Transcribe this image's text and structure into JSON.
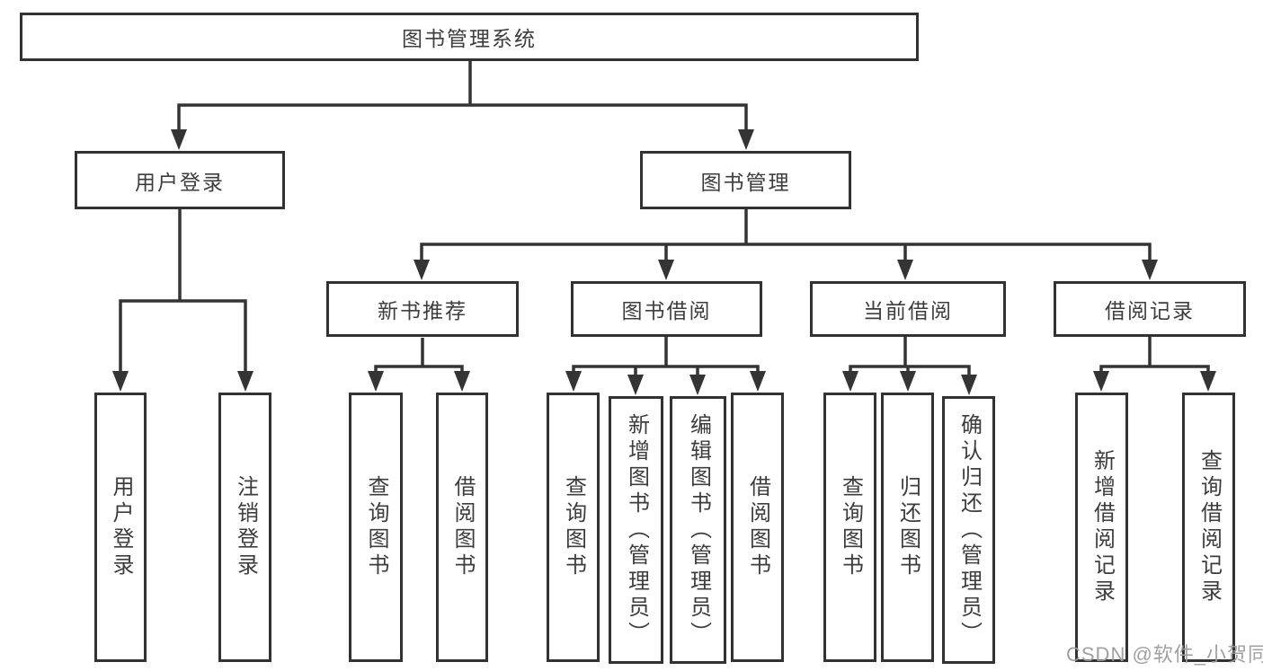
{
  "tree": {
    "label": "图书管理系统",
    "children": [
      {
        "label": "用户登录",
        "children": [
          {
            "label": "用户登录"
          },
          {
            "label": "注销登录"
          }
        ]
      },
      {
        "label": "图书管理",
        "children": [
          {
            "label": "新书推荐",
            "children": [
              {
                "label": "查询图书"
              },
              {
                "label": "借阅图书"
              }
            ]
          },
          {
            "label": "图书借阅",
            "children": [
              {
                "label": "查询图书"
              },
              {
                "label": "新增图书（管理员）"
              },
              {
                "label": "编辑图书（管理员）"
              },
              {
                "label": "借阅图书"
              }
            ]
          },
          {
            "label": "当前借阅",
            "children": [
              {
                "label": "查询图书"
              },
              {
                "label": "归还图书"
              },
              {
                "label": "确认归还（管理员）"
              }
            ]
          },
          {
            "label": "借阅记录",
            "children": [
              {
                "label": "新增借阅记录"
              },
              {
                "label": "查询借阅记录"
              }
            ]
          }
        ]
      }
    ]
  },
  "watermark": {
    "text": "CSDN @软件_小贺同学"
  },
  "colors": {
    "line": "#343434",
    "box_border": "#323232",
    "text": "#3d3d3d",
    "watermark": "#9b9b9b",
    "background": "#ffffff"
  }
}
